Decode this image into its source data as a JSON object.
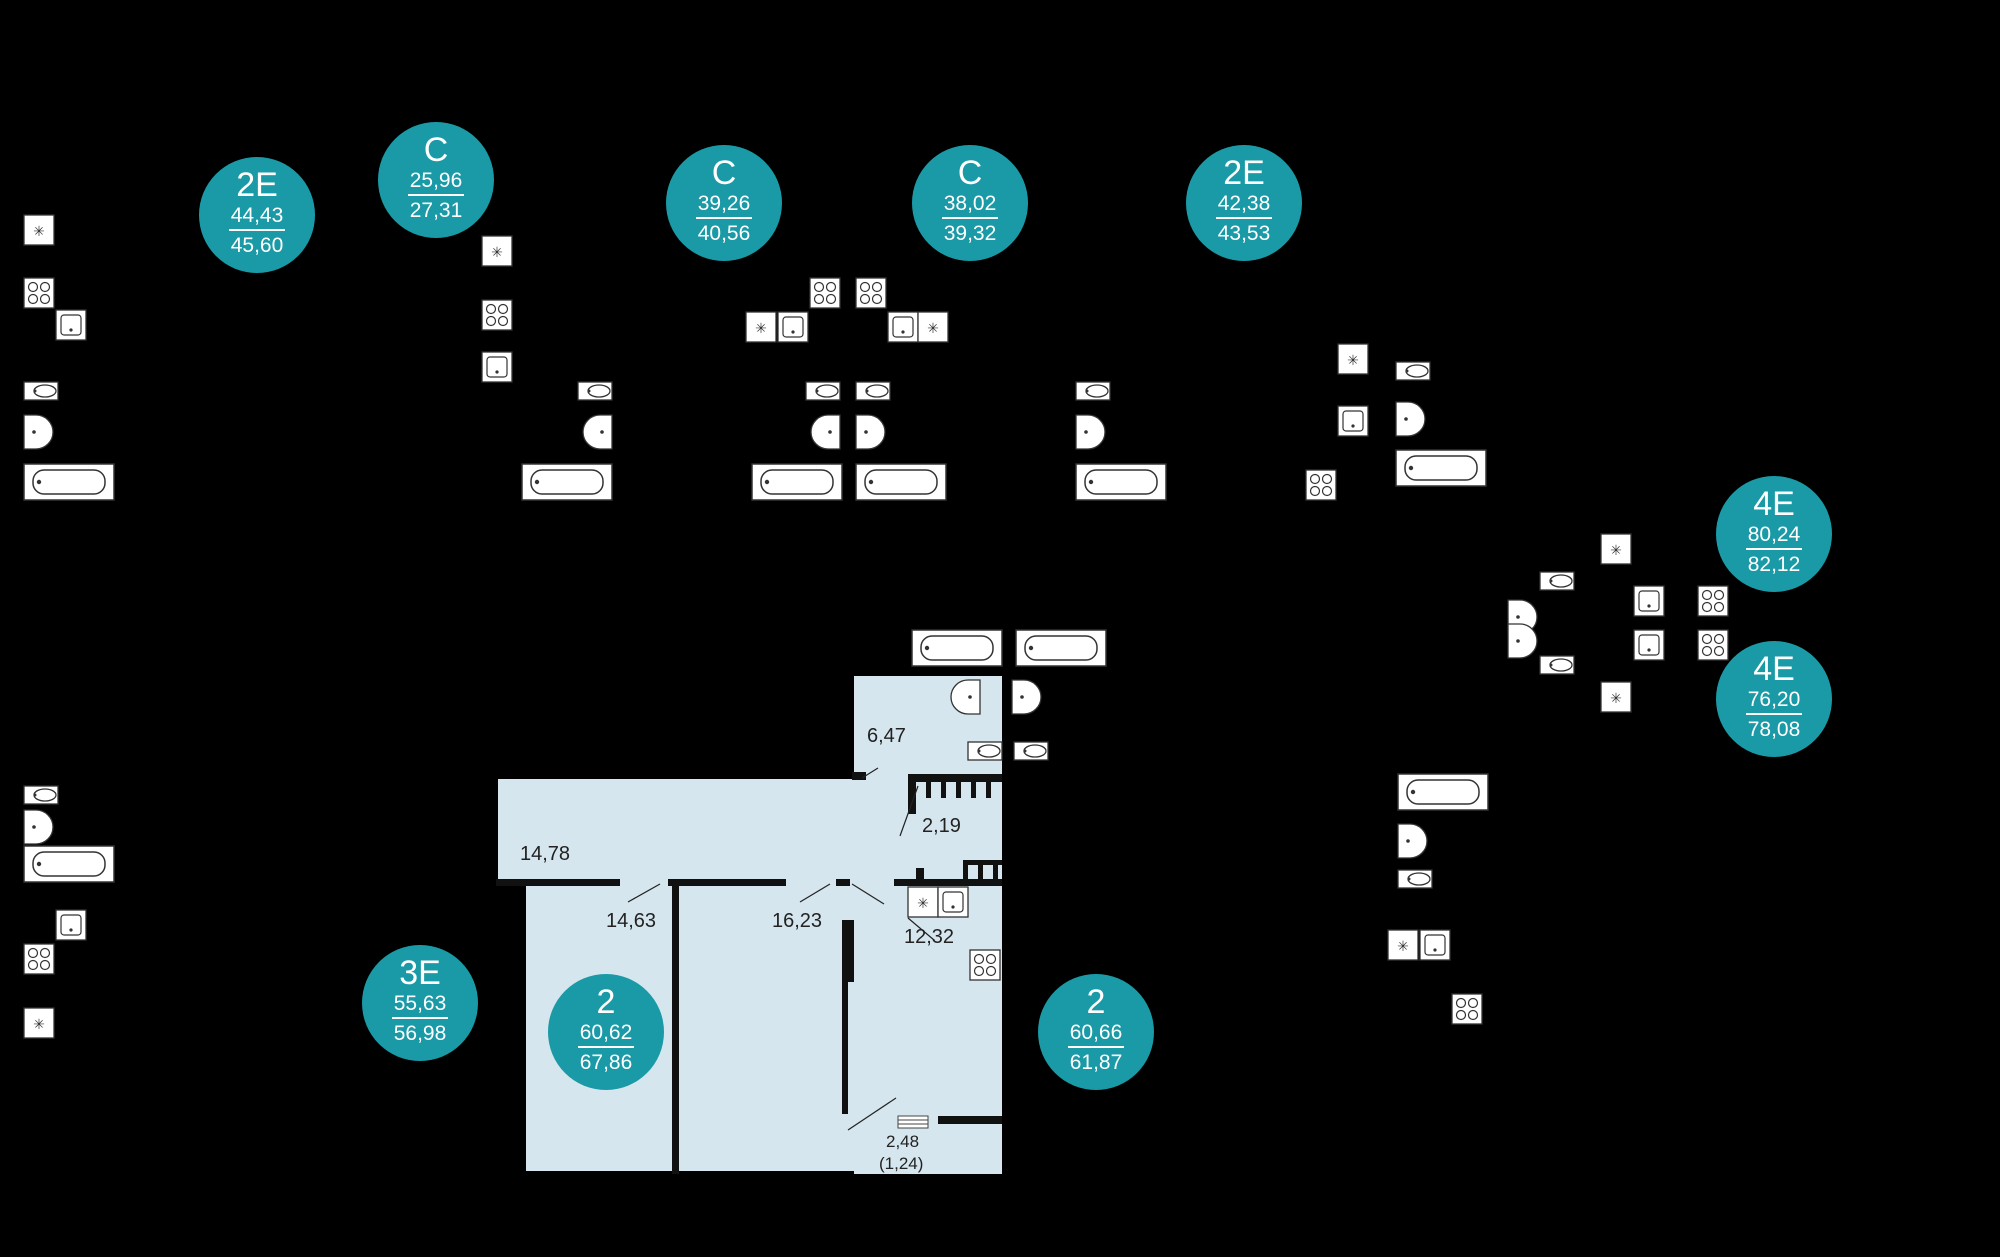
{
  "apartments": [
    {
      "type": "2E",
      "area_living": "44,43",
      "area_total": "45,60"
    },
    {
      "type": "C",
      "area_living": "25,96",
      "area_total": "27,31"
    },
    {
      "type": "C",
      "area_living": "39,26",
      "area_total": "40,56"
    },
    {
      "type": "C",
      "area_living": "38,02",
      "area_total": "39,32"
    },
    {
      "type": "2E",
      "area_living": "42,38",
      "area_total": "43,53"
    },
    {
      "type": "4E",
      "area_living": "80,24",
      "area_total": "82,12"
    },
    {
      "type": "4E",
      "area_living": "76,20",
      "area_total": "78,08"
    },
    {
      "type": "3E",
      "area_living": "55,63",
      "area_total": "56,98"
    },
    {
      "type": "2",
      "area_living": "60,62",
      "area_total": "67,86"
    },
    {
      "type": "2",
      "area_living": "60,66",
      "area_total": "61,87"
    }
  ],
  "rooms": [
    {
      "area": "6,47"
    },
    {
      "area": "2,19"
    },
    {
      "area": "14,78"
    },
    {
      "area": "14,63"
    },
    {
      "area": "16,23"
    },
    {
      "area": "12,32"
    },
    {
      "area": "2,48",
      "note": "(1,24)"
    }
  ],
  "colors": {
    "background": "#000000",
    "badge": "#1a9aa6",
    "highlight_floor": "#d6e6ee",
    "fixture_fill": "#ffffff",
    "wall": "#111111"
  },
  "icons": [
    "bathtub-icon",
    "toilet-icon",
    "sink-icon",
    "stove-icon",
    "kitchen-sink-icon",
    "ventilation-icon"
  ]
}
